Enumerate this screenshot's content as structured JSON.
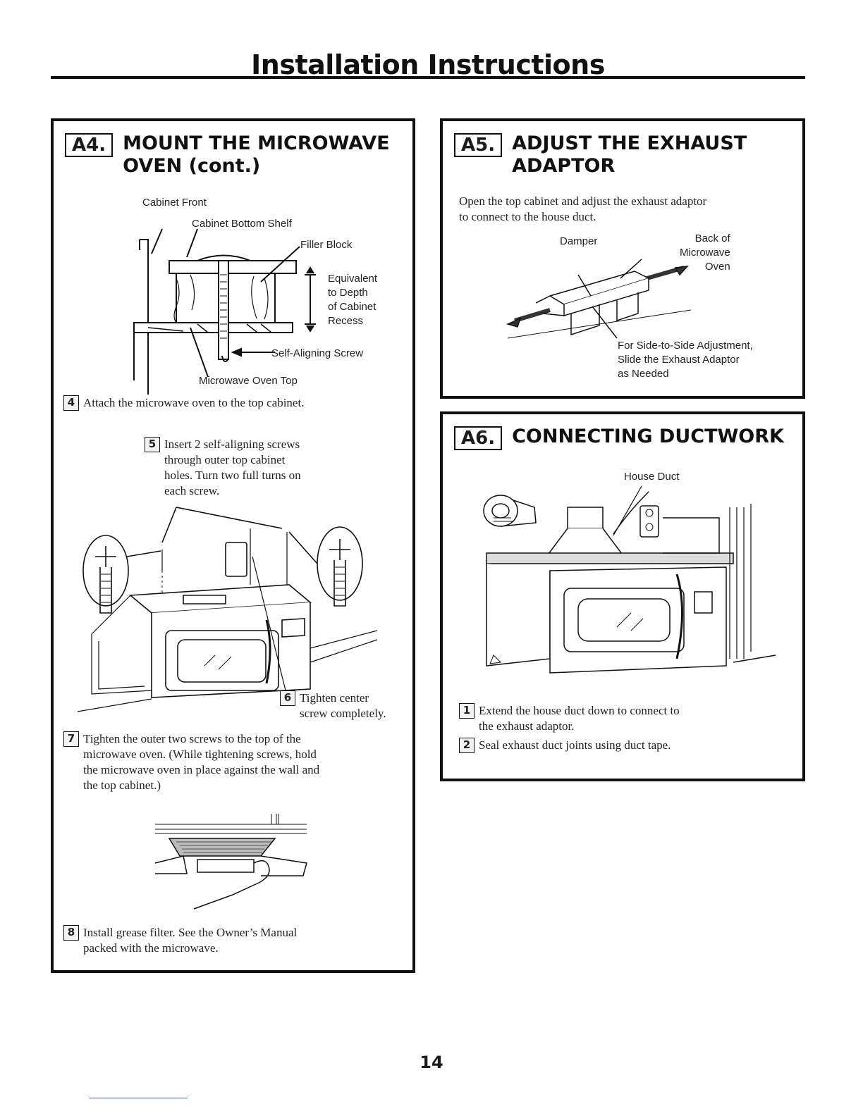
{
  "page": {
    "title": "Installation Instructions",
    "page_number": "14"
  },
  "a4": {
    "tag": "A4.",
    "title": "MOUNT THE MICROWAVE\nOVEN (cont.)",
    "labels": {
      "cabinet_front": "Cabinet Front",
      "cabinet_bottom_shelf": "Cabinet Bottom Shelf",
      "filler_block": "Filler Block",
      "equivalent": "Equivalent\nto Depth\nof Cabinet\nRecess",
      "self_aligning_screw": "Self-Aligning Screw",
      "microwave_oven_top": "Microwave Oven Top"
    },
    "steps": [
      {
        "num": "4",
        "text": "Attach the microwave oven to the top cabinet."
      },
      {
        "num": "5",
        "text": "Insert 2 self-aligning screws\nthrough outer top cabinet\nholes. Turn two full turns on\neach screw."
      },
      {
        "num": "6",
        "text": "Tighten center\nscrew completely."
      },
      {
        "num": "7",
        "text": "Tighten the outer two screws to the top of the\nmicrowave oven. (While tightening screws, hold\nthe microwave oven in place against the wall and\nthe top cabinet.)"
      },
      {
        "num": "8",
        "text": "Install grease filter. See the Owner’s Manual\npacked with the microwave."
      }
    ]
  },
  "a5": {
    "tag": "A5.",
    "title": "ADJUST THE EXHAUST\nADAPTOR",
    "body": "Open the top cabinet and adjust the exhaust adaptor\nto connect to the house duct.",
    "labels": {
      "damper": "Damper",
      "back_of_oven": "Back of\nMicrowave\nOven",
      "side_adjust": "For Side-to-Side Adjustment,\nSlide the Exhaust Adaptor\nas Needed"
    }
  },
  "a6": {
    "tag": "A6.",
    "title": "CONNECTING DUCTWORK",
    "labels": {
      "house_duct": "House Duct"
    },
    "steps": [
      {
        "num": "1",
        "text": "Extend the house duct down to connect to\nthe exhaust adaptor."
      },
      {
        "num": "2",
        "text": "Seal exhaust duct joints using duct tape."
      }
    ]
  }
}
